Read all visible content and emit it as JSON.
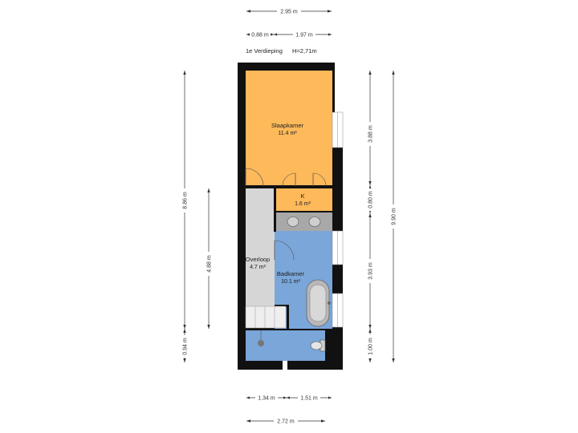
{
  "header": {
    "floor_label": "1e Verdieping",
    "height_label": "H=2,71m"
  },
  "dimensions": {
    "top_total": "2.95 m",
    "top_left": "0.88 m",
    "top_right": "1.97 m",
    "left_total": "8.86 m",
    "left_inner": "4.88 m",
    "left_bottom": "0.94 m",
    "right_top": "3.88 m",
    "right_k": "0.80 m",
    "right_bath": "3.93 m",
    "right_bottom": "1.00 m",
    "right_total": "9.90 m",
    "bottom_left": "1.34 m",
    "bottom_right": "1.51 m",
    "bottom_total": "2.72 m"
  },
  "rooms": {
    "slaapkamer": {
      "name": "Slaapkamer",
      "area": "11.4 m²"
    },
    "k": {
      "name": "K",
      "area": "1.6 m²"
    },
    "overloop": {
      "name": "Overloop",
      "area": "4.7 m²"
    },
    "badkamer": {
      "name": "Badkamer",
      "area": "10.1 m²"
    }
  },
  "colors": {
    "slaapkamer": "#fdb95a",
    "k": "#fdb95a",
    "overloop": "#d6d6d6",
    "badkamer": "#7aa6d9",
    "wall": "#111111",
    "vanity": "#a8a8a8"
  }
}
